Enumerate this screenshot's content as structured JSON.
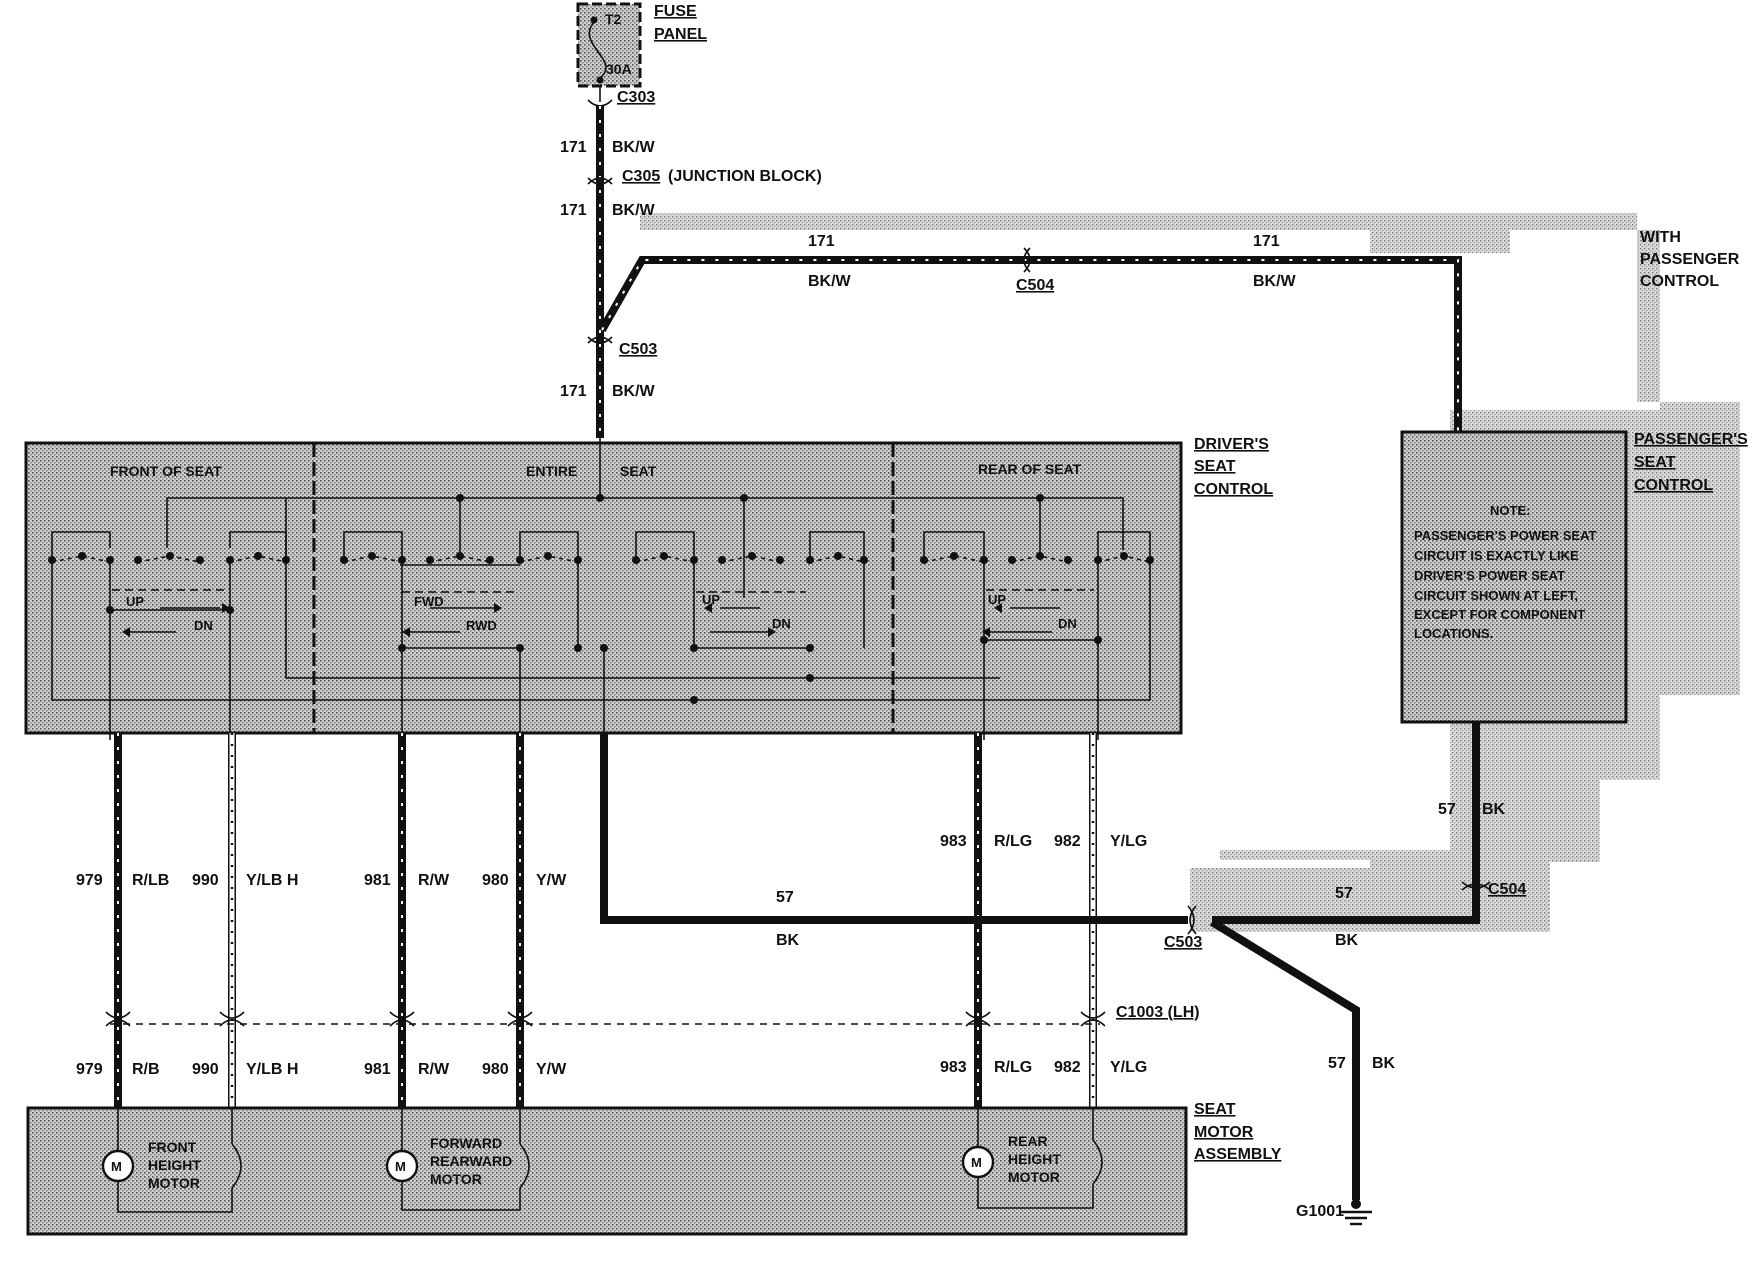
{
  "fuse": {
    "name": "T2",
    "rating": "30A",
    "panel_line1": "FUSE",
    "panel_line2": "PANEL"
  },
  "connectors": {
    "c303": "C303",
    "c305": "C305",
    "c305_note": "(JUNCTION BLOCK)",
    "c503_top": "C503",
    "c504_top": "C504",
    "c504_bottom": "C504",
    "c503_bottom": "C503",
    "c1003": "C1003 (LH)"
  },
  "feed_wires": [
    {
      "circuit": "171",
      "color": "BK/W"
    },
    {
      "circuit": "171",
      "color": "BK/W"
    },
    {
      "circuit": "171",
      "color": "BK/W"
    }
  ],
  "passenger_feed": {
    "left_circuit": "171",
    "left_color": "BK/W",
    "right_circuit": "171",
    "right_color": "BK/W",
    "note_line1": "WITH",
    "note_line2": "PASSENGER",
    "note_line3": "CONTROL"
  },
  "driver_control": {
    "label_line1": "DRIVER'S",
    "label_line2": "SEAT",
    "label_line3": "CONTROL",
    "sections": [
      "FRONT OF SEAT",
      "ENTIRE",
      "SEAT",
      "REAR OF SEAT"
    ],
    "directions": {
      "up1": "UP",
      "dn1": "DN",
      "fwd": "FWD",
      "rwd": "RWD",
      "up2": "UP",
      "dn2": "DN",
      "up3": "UP",
      "dn3": "DN"
    }
  },
  "passenger_control": {
    "label_line1": "PASSENGER'S",
    "label_line2": "SEAT",
    "label_line3": "CONTROL",
    "note_title": "NOTE:",
    "note_lines": [
      "PASSENGER'S POWER SEAT",
      "CIRCUIT IS EXACTLY LIKE",
      "DRIVER'S POWER SEAT",
      "CIRCUIT SHOWN AT LEFT,",
      "EXCEPT FOR COMPONENT",
      "LOCATIONS."
    ]
  },
  "upper_wires": [
    {
      "circuit": "979",
      "color": "R/LB"
    },
    {
      "circuit": "990",
      "color": "Y/LB H"
    },
    {
      "circuit": "981",
      "color": "R/W"
    },
    {
      "circuit": "980",
      "color": "Y/W"
    },
    {
      "circuit": "983",
      "color": "R/LG"
    },
    {
      "circuit": "982",
      "color": "Y/LG"
    }
  ],
  "lower_wires": [
    {
      "circuit": "979",
      "color": "R/B"
    },
    {
      "circuit": "990",
      "color": "Y/LB H"
    },
    {
      "circuit": "981",
      "color": "R/W"
    },
    {
      "circuit": "980",
      "color": "Y/W"
    },
    {
      "circuit": "983",
      "color": "R/LG"
    },
    {
      "circuit": "982",
      "color": "Y/LG"
    }
  ],
  "ground_wires": {
    "main_circuit": "57",
    "main_color": "BK",
    "pass_circuit": "57",
    "pass_color": "BK",
    "pass2_circuit": "57",
    "pass2_color": "BK",
    "drop_circuit": "57",
    "drop_color": "BK",
    "ground": "G1001"
  },
  "motors": {
    "symbol": "M",
    "front": [
      "FRONT",
      "HEIGHT",
      "MOTOR"
    ],
    "fwdrwd": [
      "FORWARD",
      "REARWARD",
      "MOTOR"
    ],
    "rear": [
      "REAR",
      "HEIGHT",
      "MOTOR"
    ],
    "assembly_line1": "SEAT",
    "assembly_line2": "MOTOR",
    "assembly_line3": "ASSEMBLY"
  }
}
